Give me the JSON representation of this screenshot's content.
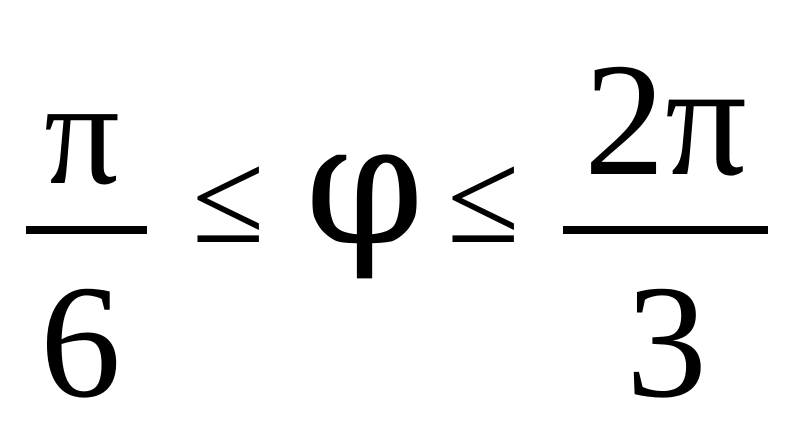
{
  "expression": {
    "left_fraction": {
      "numerator": "π",
      "denominator": "6"
    },
    "relation_1": "≤",
    "variable": "φ",
    "relation_2": "≤",
    "right_fraction": {
      "numerator": "2π",
      "denominator": "3"
    }
  }
}
